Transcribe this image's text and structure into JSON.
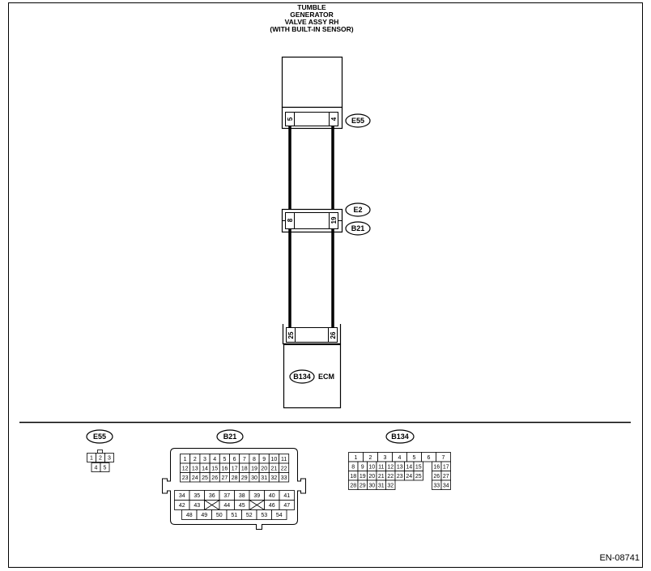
{
  "diagram": {
    "component_title_lines": [
      "TUMBLE",
      "GENERATOR",
      "VALVE ASSY RH",
      "(WITH BUILT-IN SENSOR)"
    ],
    "connectors": {
      "e55": {
        "tag": "E55",
        "pin_left": "5",
        "pin_right": "4"
      },
      "e2_b21": {
        "tag_top": "E2",
        "tag_bottom": "B21",
        "pin_left": "8",
        "pin_right": "19"
      },
      "b134": {
        "tag": "B134",
        "pin_left": "25",
        "pin_right": "26"
      }
    },
    "ecm_label": "ECM",
    "reference_code": "EN-08741"
  },
  "connector_faces": {
    "e55": {
      "tag": "E55",
      "rows": [
        [
          "1",
          "2",
          "3"
        ],
        [
          "4",
          "5"
        ]
      ]
    },
    "b21": {
      "tag": "B21",
      "rows": [
        [
          "1",
          "2",
          "3",
          "4",
          "5",
          "6",
          "7",
          "8",
          "9",
          "10",
          "11"
        ],
        [
          "12",
          "13",
          "14",
          "15",
          "16",
          "17",
          "18",
          "19",
          "20",
          "21",
          "22"
        ],
        [
          "23",
          "24",
          "25",
          "26",
          "27",
          "28",
          "29",
          "30",
          "31",
          "32",
          "33"
        ],
        [
          "34",
          "35",
          "36",
          "37",
          "38",
          "39",
          "40",
          "41"
        ],
        [
          "42",
          "43",
          "",
          "44",
          "45",
          "",
          "46",
          "47"
        ],
        [
          "48",
          "49",
          "50",
          "51",
          "52",
          "53",
          "54"
        ]
      ]
    },
    "b134": {
      "tag": "B134",
      "rows": [
        [
          "1",
          "2",
          "3",
          "4",
          "5",
          "6",
          "7"
        ],
        [
          "8",
          "9",
          "10",
          "11",
          "12",
          "13",
          "14",
          "15",
          "16",
          "17"
        ],
        [
          "18",
          "19",
          "20",
          "21",
          "22",
          "23",
          "24",
          "25",
          "26",
          "27"
        ],
        [
          "28",
          "29",
          "30",
          "31",
          "32",
          "33",
          "34"
        ]
      ]
    }
  }
}
